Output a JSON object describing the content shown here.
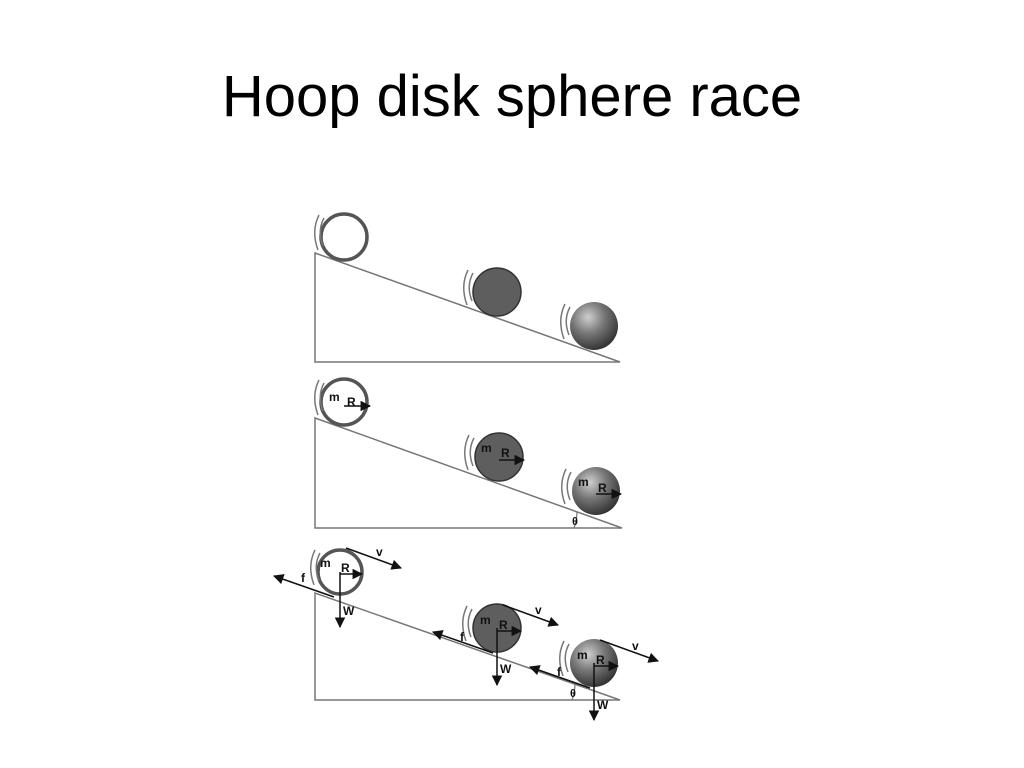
{
  "slide": {
    "title": "Hoop disk sphere race"
  },
  "labels": {
    "mass": "m",
    "radius": "R",
    "angle": "θ",
    "velocity": "v",
    "friction": "f",
    "weight": "W"
  },
  "colors": {
    "background": "#ffffff",
    "incline": "#777777",
    "disk": "#5e5e5e",
    "arrow": "#111111"
  }
}
